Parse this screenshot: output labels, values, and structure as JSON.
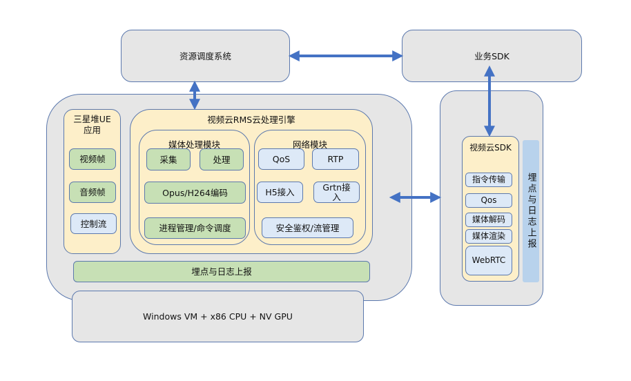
{
  "top": {
    "resource_scheduler": "资源调度系统",
    "business_sdk": "业务SDK"
  },
  "server": {
    "ue_app": {
      "title": "三星堆UE\n应用",
      "title_line1": "三星堆UE",
      "title_line2": "应用",
      "items": [
        "视频帧",
        "音频帧",
        "控制流"
      ]
    },
    "rms_engine": {
      "title": "视频云RMS云处理引擎",
      "media_module": {
        "title": "媒体处理模块",
        "items": [
          "采集",
          "处理",
          "Opus/H264编码",
          "进程管理/命令调度"
        ]
      },
      "network_module": {
        "title": "网络模块",
        "items": [
          "QoS",
          "RTP",
          "H5接入",
          "Grtn接入",
          "安全鉴权/流管理"
        ]
      }
    },
    "logging_bar": "埋点与日志上报",
    "platform": "Windows VM + x86 CPU + NV GPU"
  },
  "client": {
    "sdk": {
      "title": "视频云SDK",
      "items": [
        "指令传输",
        "Qos",
        "媒体解码",
        "媒体渲染",
        "WebRTC"
      ]
    },
    "logging_side": "埋点与日志上报"
  },
  "colors": {
    "arrow": "#4472c4",
    "border": "#5b78ad",
    "gray_fill": "#e6e6e6",
    "yellow_fill": "#fdefc9",
    "green_fill": "#c7e0b5",
    "blue_fill": "#dde9f7",
    "side_blue": "#b8d2ec"
  }
}
